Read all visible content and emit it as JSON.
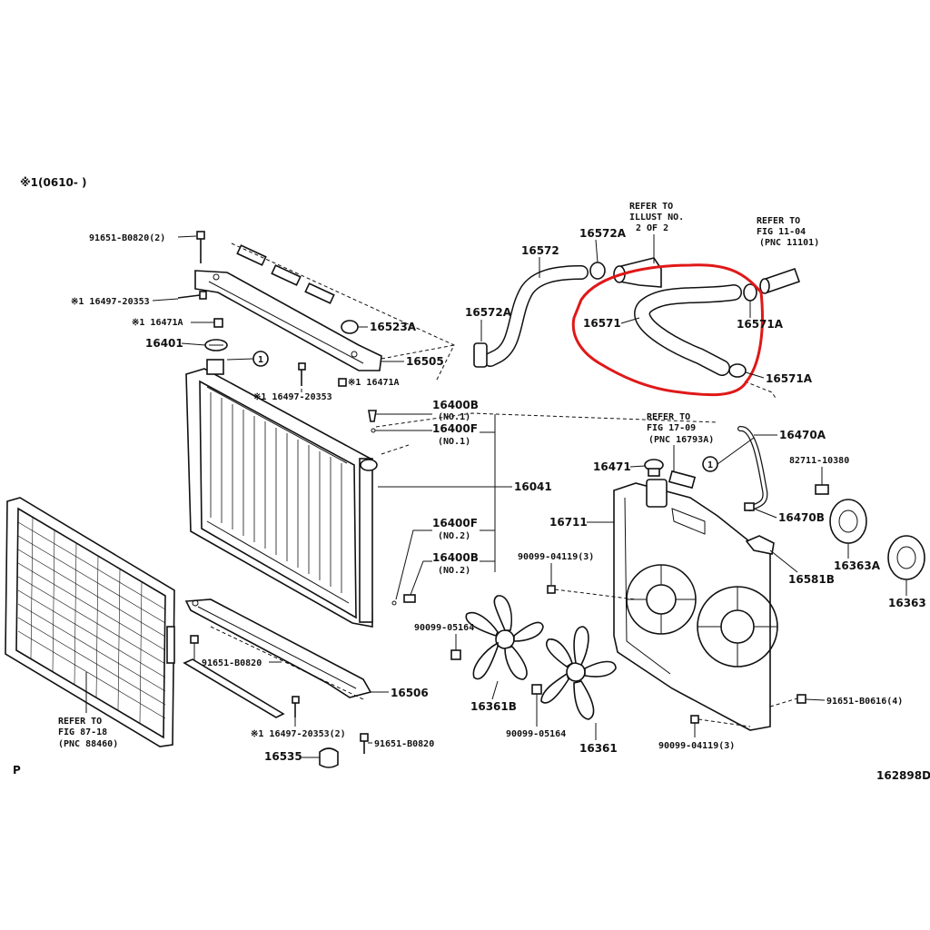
{
  "header": {
    "note": "※1(0610-     )"
  },
  "refs": {
    "illust": [
      "REFER TO",
      "ILLUST NO.",
      "2 OF 2"
    ],
    "fig1104": [
      "REFER TO",
      "FIG 11-04",
      "(PNC 11101)"
    ],
    "fig1709": [
      "REFER TO",
      "FIG 17-09",
      "(PNC 16793A)"
    ],
    "fig8718": [
      "REFER TO",
      "FIG 87-18",
      "(PNC 88460)"
    ]
  },
  "labels": {
    "p91651_b0820_2": "91651-B0820(2)",
    "p16497_20353_a": "※1 16497-20353",
    "p16471a_a": "※1 16471A",
    "p16401": "16401",
    "p16523a": "16523A",
    "p16505": "16505",
    "p16471a_b": "※1 16471A",
    "p16497_20353_b": "※1 16497-20353",
    "p16400b_1": "16400B",
    "no1_a": "(NO.1)",
    "p16400f_1": "16400F",
    "no1_b": "(NO.1)",
    "p16041": "16041",
    "p16400f_2": "16400F",
    "no2_a": "(NO.2)",
    "p16400b_2": "16400B",
    "no2_b": "(NO.2)",
    "p16572": "16572",
    "p16572a_top": "16572A",
    "p16572a_left": "16572A",
    "p16571": "16571",
    "p16571a_r": "16571A",
    "p16571a_b": "16571A",
    "p16471": "16471",
    "p16470a": "16470A",
    "p82711": "82711-10380",
    "p16711": "16711",
    "p16470b": "16470B",
    "p90099_04119_3a": "90099-04119(3)",
    "p16581b": "16581B",
    "p16363a": "16363A",
    "p16363": "16363",
    "p90099_05164_a": "90099-05164",
    "p16361b": "16361B",
    "p90099_05164_b": "90099-05164",
    "p16361": "16361",
    "p91651_b0616_4": "91651-B0616(4)",
    "p90099_04119_3b": "90099-04119(3)",
    "p91651_b0820_a": "91651-B0820",
    "p16506": "16506",
    "p16497_20353_2": "※1 16497-20353(2)",
    "p91651_b0820_b": "91651-B0820",
    "p16535": "16535",
    "circle1": "1"
  },
  "footer": {
    "left": "P",
    "code": "162898D"
  },
  "highlight_color": "#e01818"
}
